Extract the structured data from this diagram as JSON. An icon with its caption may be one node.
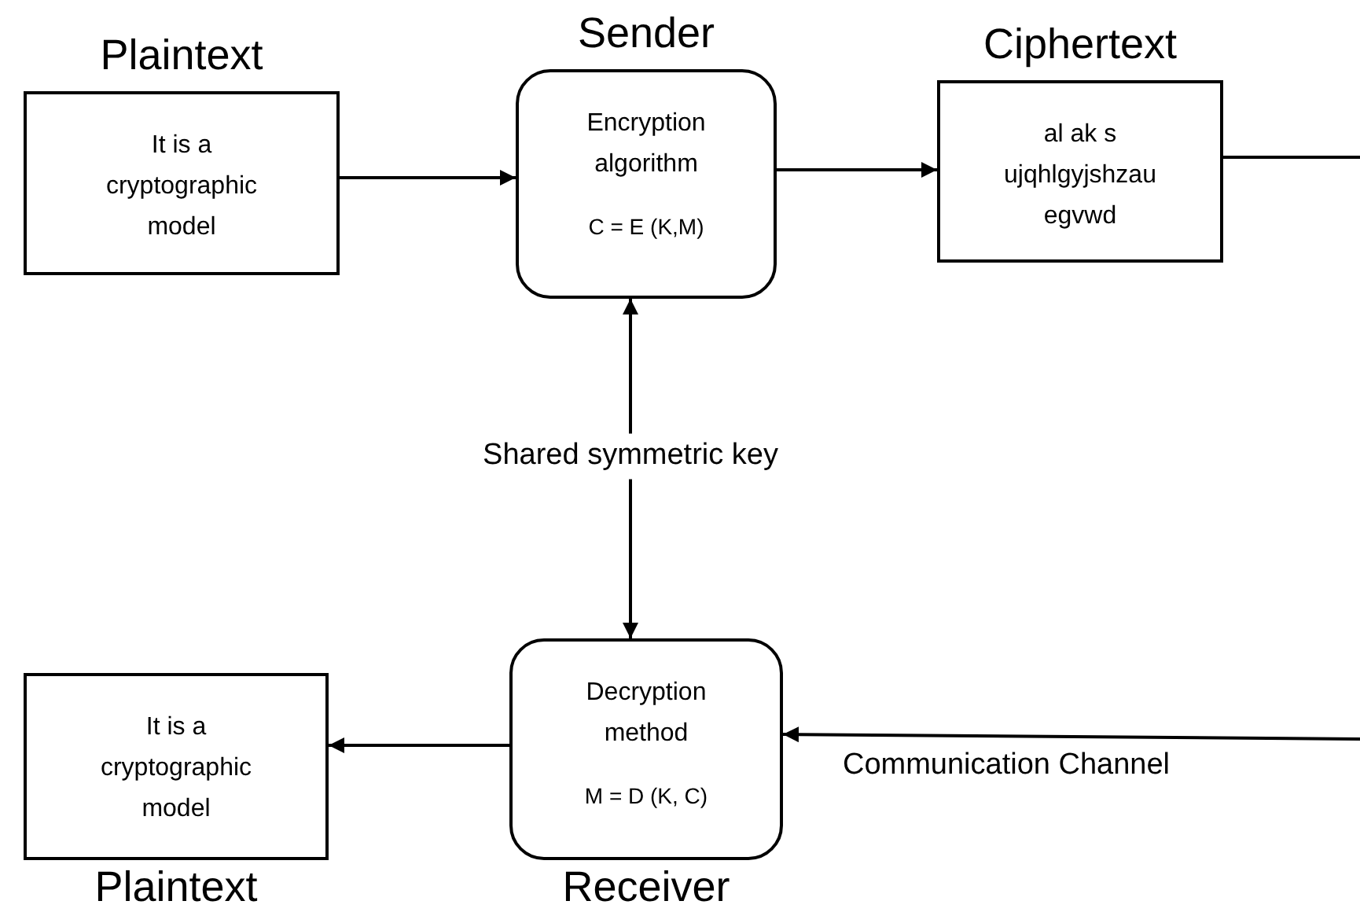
{
  "diagram": {
    "nodes": [
      {
        "text": [
          "Plaintext",
          "It is a cryptographic model"
        ]
      },
      {
        "text": [
          "Sender",
          "Encryption algorithm",
          "C = E (K,M)"
        ]
      },
      {
        "text": [
          "Ciphertext",
          "al ak s ujqhlgyjshzau egvwd"
        ]
      },
      {
        "text": [
          "Decryption method",
          "M = D (K, C)",
          "Receiver"
        ]
      },
      {
        "text": [
          "It is a cryptographic model",
          "Plaintext"
        ]
      }
    ],
    "edges": [
      {
        "from": 0,
        "to": 1,
        "arrow": "to"
      },
      {
        "from": 1,
        "to": 2,
        "arrow": "to"
      },
      {
        "from": 1,
        "to": 3,
        "arrow": "both",
        "label": "Shared symmetric key"
      },
      {
        "from": 2,
        "to": null,
        "arrow": "none"
      },
      {
        "from": null,
        "to": 3,
        "arrow": "to",
        "label": "Communication Channel"
      },
      {
        "from": 3,
        "to": 4,
        "arrow": "to"
      }
    ]
  }
}
